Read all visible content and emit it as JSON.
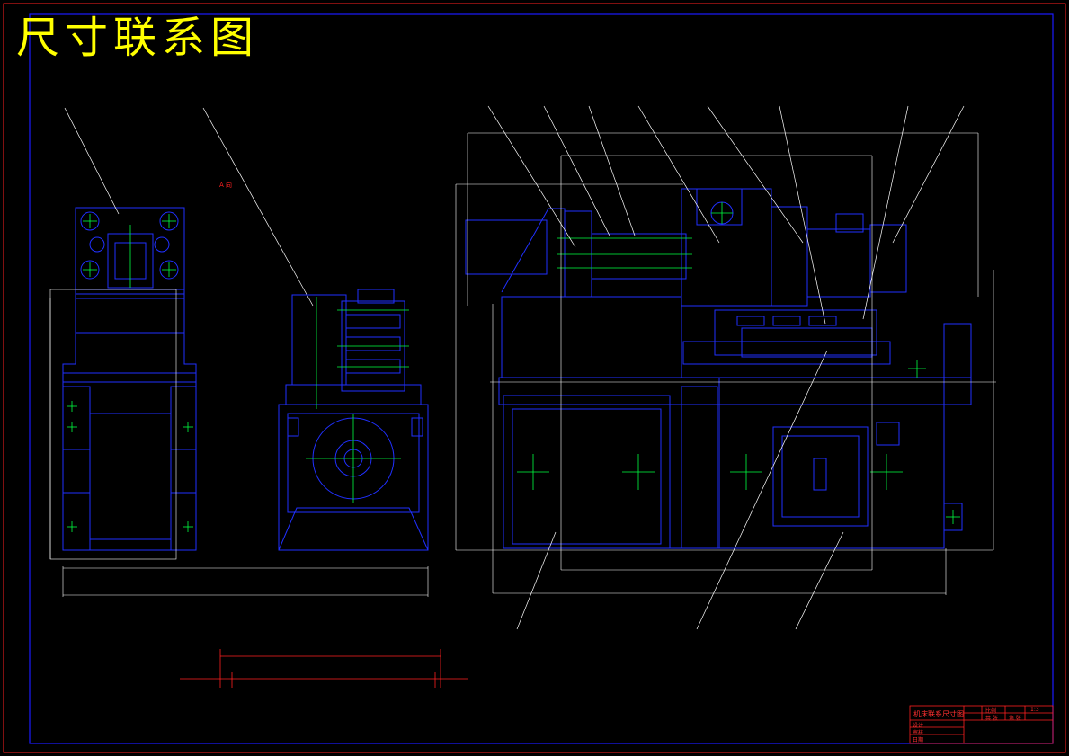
{
  "drawing": {
    "title": "尺寸联系图",
    "direction_label": "A 向",
    "colors": {
      "background": "#000000",
      "frame": "#1a1aff",
      "machine": "#2030ff",
      "centerlines": "#00ff40",
      "leaders": "#ffffff",
      "dimensions": "#ff2020",
      "title": "#ffff00"
    }
  },
  "title_block": {
    "name": "机床联系尺寸图",
    "scale_label": "比例",
    "scale": "1:3",
    "sheet_label": "共  张",
    "sheet_no": "第  张",
    "rows": [
      "设计",
      "审核",
      "日期"
    ]
  }
}
